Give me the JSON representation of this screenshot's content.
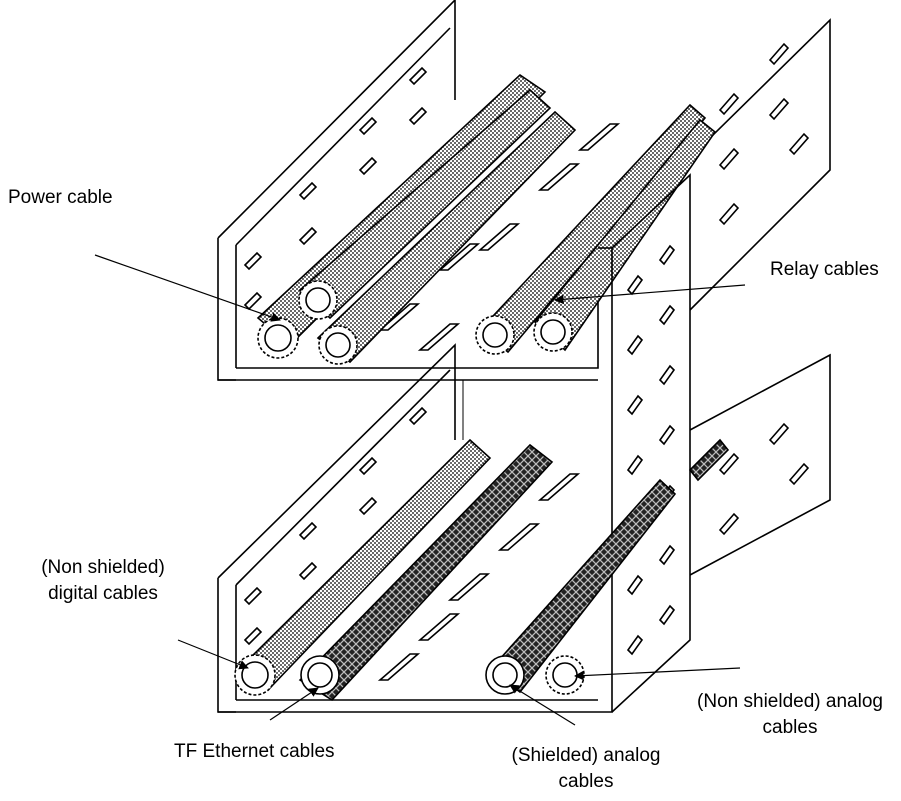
{
  "labels": {
    "power_cable": "Power cable",
    "relay_cables": "Relay cables",
    "non_shielded_digital_line1": "(Non shielded)",
    "non_shielded_digital_line2": "digital cables",
    "tf_ethernet": "TF Ethernet cables",
    "shielded_analog_line1": "(Shielded) analog",
    "shielded_analog_line2": "cables",
    "non_shielded_analog_line1": "(Non shielded) analog",
    "non_shielded_analog_line2": "cables"
  },
  "colors": {
    "stroke": "#000000",
    "background": "#ffffff",
    "cable_dotted_fill": "#c8c8c8",
    "cable_shielded_fill": "#3a3a3a"
  },
  "icons": {
    "tray": "cable-tray-diagram"
  }
}
